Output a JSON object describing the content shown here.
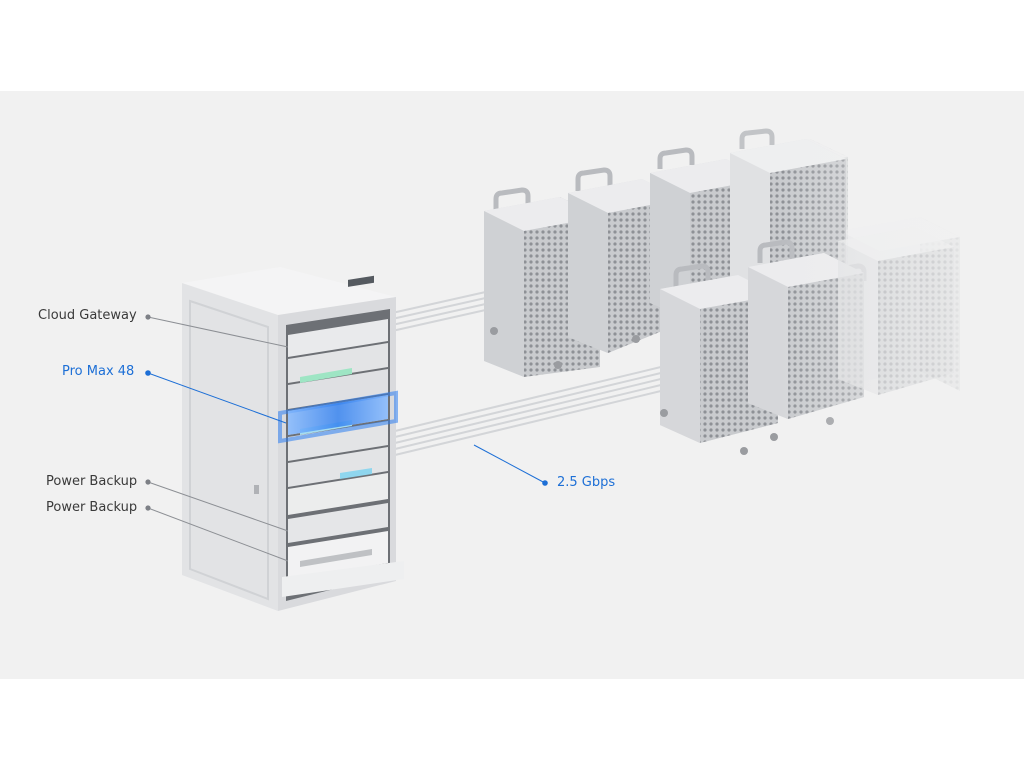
{
  "labels": {
    "cloud_gateway": "Cloud Gateway",
    "pro_max": "Pro Max 48",
    "power_backup_1": "Power Backup",
    "power_backup_2": "Power Backup",
    "speed": "2.5 Gbps"
  },
  "colors": {
    "accent_blue": "#1d6fd6",
    "label_gray": "#3a3a3a",
    "backdrop": "#f1f1f1",
    "hardware_silver": "#dedfe1"
  },
  "icons": [
    "leader-dot-icon"
  ]
}
